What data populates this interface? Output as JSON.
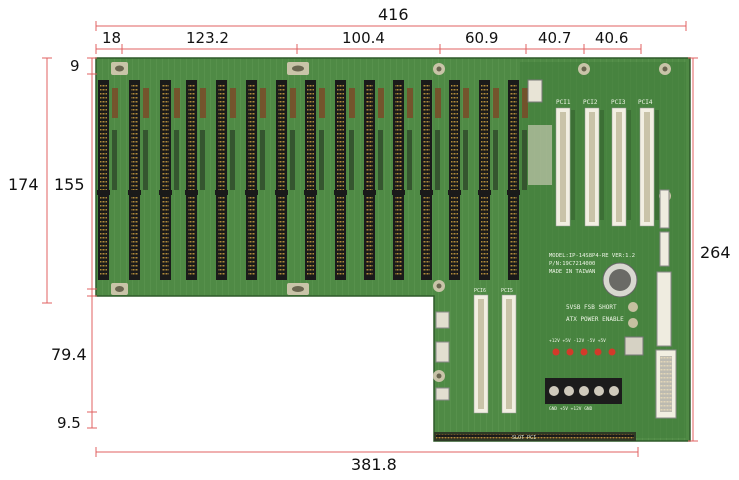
{
  "dimensions": {
    "top_total": "416",
    "top_segments": [
      "18",
      "123.2",
      "100.4",
      "60.9",
      "40.7",
      "40.6"
    ],
    "left_total": "174",
    "left_inner": "155",
    "left_lower": "79.4",
    "left_bottom": "9.5",
    "left_top": "9",
    "right_total": "264",
    "bottom_total": "381.8"
  },
  "board": {
    "pci_labels": [
      "PCI1",
      "PCI2",
      "PCI3",
      "PCI4"
    ],
    "lower_pci_labels": [
      "PCI6",
      "PCI5"
    ],
    "silk_model_lines": [
      "MODEL:IP-14S8P4-RE VER:1.2",
      "P/N:19C7214000",
      "MADE IN TAIWAN"
    ],
    "silk_jumper_lines": [
      "5VSB FSB SHORT",
      "ATX POWER ENABLE"
    ],
    "silk_power_row": "+12V +5V -12V -5V +5V",
    "silk_terminal_row": "GND +5V +12V GND",
    "edge_label": "SLOT PCI"
  },
  "colors": {
    "board": "#4f8a45",
    "board_dark": "#3c6f35",
    "isa_slot": "#1a1a1a",
    "pci_slot": "#f2efe2",
    "dimension_line": "#e06060"
  }
}
